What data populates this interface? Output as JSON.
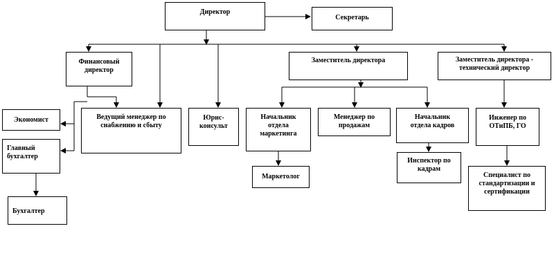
{
  "nodes": {
    "director": "Директор",
    "secretary": "Секретарь",
    "fin_director": "Финансовый\nдиректор",
    "deputy_director": "Заместитель директора",
    "tech_director": "Заместитель директора -\nтехнический директор",
    "economist": "Экономист",
    "chief_accountant": "Главный\nбухгалтер",
    "accountant": "Бухгалтер",
    "supply_manager": "Ведущий менеджер по\nснабжению и сбыту",
    "legal_counsel": "Юрис-\nконсульт",
    "marketing_head": "Начальник\nотдела\nмаркетинга",
    "marketer": "Маркетолог",
    "sales_manager": "Менеджер по\nпродажам",
    "hr_head": "Начальник\nотдела кадров",
    "hr_inspector": "Инспектор по\nкадрам",
    "safety_engineer": "Инженер по\nОТиПБ, ГО",
    "standards_specialist": "Специалист по\nстандартизации и\nсертификации"
  },
  "colors": {
    "line": "#000000",
    "box_border": "#000000",
    "background": "#ffffff"
  }
}
